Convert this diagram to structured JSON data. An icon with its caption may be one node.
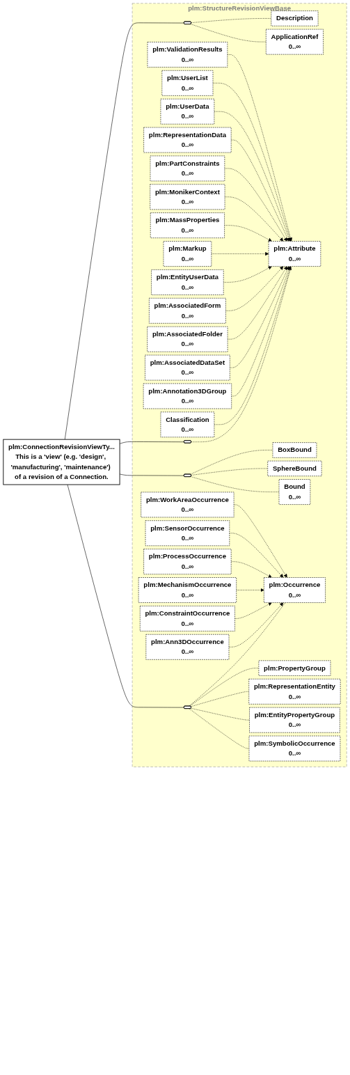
{
  "diagram": {
    "nodes": [
      {
        "text": [
          "plm:ConnectionRevisionViewTy...",
          "This is a 'view' (e.g. 'design', 'manufacturing', 'maintenance') of a revision of a Connection."
        ]
      },
      {
        "text": [
          "plm:StructureRevisionViewBase"
        ]
      },
      {
        "text": [],
        "shape": "octagon",
        "in": 1
      },
      {
        "text": [
          "Description"
        ],
        "in": 1
      },
      {
        "text": [
          "ApplicationRef",
          "0..∞"
        ],
        "in": 1
      },
      {
        "text": [],
        "shape": "octagon",
        "in": 1
      },
      {
        "text": [
          "plm:Attribute",
          "0..∞"
        ],
        "in": 1
      },
      {
        "text": [
          "Classification",
          "0..∞"
        ],
        "in": 1
      },
      {
        "text": [
          "plm:Annotation3DGroup",
          "0..∞"
        ],
        "in": 1
      },
      {
        "text": [
          "plm:AssociatedDataSet",
          "0..∞"
        ],
        "in": 1
      },
      {
        "text": [
          "plm:AssociatedFolder",
          "0..∞"
        ],
        "in": 1
      },
      {
        "text": [
          "plm:AssociatedForm",
          "0..∞"
        ],
        "in": 1
      },
      {
        "text": [
          "plm:EntityUserData",
          "0..∞"
        ],
        "in": 1
      },
      {
        "text": [
          "plm:Markup",
          "0..∞"
        ],
        "in": 1
      },
      {
        "text": [
          "plm:MassProperties",
          "0..∞"
        ],
        "in": 1
      },
      {
        "text": [
          "plm:MonikerContext",
          "0..∞"
        ],
        "in": 1
      },
      {
        "text": [
          "plm:PartConstraints",
          "0..∞"
        ],
        "in": 1
      },
      {
        "text": [
          "plm:RepresentationData",
          "0..∞"
        ],
        "in": 1
      },
      {
        "text": [
          "plm:UserData",
          "0..∞"
        ],
        "in": 1
      },
      {
        "text": [
          "plm:UserList",
          "0..∞"
        ],
        "in": 1
      },
      {
        "text": [
          "plm:ValidationResults",
          "0..∞"
        ],
        "in": 1
      },
      {
        "text": [],
        "shape": "octagon",
        "in": 1
      },
      {
        "text": [
          "BoxBound"
        ],
        "in": 1
      },
      {
        "text": [
          "SphereBound"
        ],
        "in": 1
      },
      {
        "text": [
          "Bound",
          "0..∞"
        ],
        "in": 1
      },
      {
        "text": [],
        "shape": "octagon",
        "in": 1
      },
      {
        "text": [
          "plm:Occurrence",
          "0..∞"
        ],
        "in": 1
      },
      {
        "text": [
          "plm:Ann3DOccurrence",
          "0..∞"
        ],
        "in": 1
      },
      {
        "text": [
          "plm:ConstraintOccurrence",
          "0..∞"
        ],
        "in": 1
      },
      {
        "text": [
          "plm:MechanismOccurrence",
          "0..∞"
        ],
        "in": 1
      },
      {
        "text": [
          "plm:ProcessOccurrence",
          "0..∞"
        ],
        "in": 1
      },
      {
        "text": [
          "plm:SensorOccurrence",
          "0..∞"
        ],
        "in": 1
      },
      {
        "text": [
          "plm:WorkAreaOccurrence",
          "0..∞"
        ],
        "in": 1
      },
      {
        "text": [
          "plm:PropertyGroup"
        ],
        "in": 1
      },
      {
        "text": [
          "plm:RepresentationEntity",
          "0..∞"
        ],
        "in": 1
      },
      {
        "text": [
          "plm:EntityPropertyGroup",
          "0..∞"
        ],
        "in": 1
      },
      {
        "text": [
          "plm:SymbolicOccurrence",
          "0..∞"
        ],
        "in": 1
      }
    ],
    "edges": [
      {
        "from": 0,
        "to": 2,
        "arrow": "none"
      },
      {
        "from": 0,
        "to": 5,
        "arrow": "none"
      },
      {
        "from": 0,
        "to": 21,
        "arrow": "none"
      },
      {
        "from": 0,
        "to": 25,
        "arrow": "none"
      },
      {
        "from": 2,
        "to": 3,
        "arrow": "none",
        "style": "dashed"
      },
      {
        "from": 2,
        "to": 4,
        "arrow": "none",
        "style": "dashed"
      },
      {
        "from": 5,
        "to": 6,
        "arrow": "none",
        "style": "dashed"
      },
      {
        "from": 7,
        "to": 6,
        "arrow": "to",
        "style": "dashed"
      },
      {
        "from": 8,
        "to": 6,
        "arrow": "to",
        "style": "dashed"
      },
      {
        "from": 9,
        "to": 6,
        "arrow": "to",
        "style": "dashed"
      },
      {
        "from": 10,
        "to": 6,
        "arrow": "to",
        "style": "dashed"
      },
      {
        "from": 11,
        "to": 6,
        "arrow": "to",
        "style": "dashed"
      },
      {
        "from": 12,
        "to": 6,
        "arrow": "to",
        "style": "dashed"
      },
      {
        "from": 13,
        "to": 6,
        "arrow": "to",
        "style": "dashed"
      },
      {
        "from": 14,
        "to": 6,
        "arrow": "to",
        "style": "dashed"
      },
      {
        "from": 15,
        "to": 6,
        "arrow": "to",
        "style": "dashed"
      },
      {
        "from": 16,
        "to": 6,
        "arrow": "to",
        "style": "dashed"
      },
      {
        "from": 17,
        "to": 6,
        "arrow": "to",
        "style": "dashed"
      },
      {
        "from": 18,
        "to": 6,
        "arrow": "to",
        "style": "dashed"
      },
      {
        "from": 19,
        "to": 6,
        "arrow": "to",
        "style": "dashed"
      },
      {
        "from": 20,
        "to": 6,
        "arrow": "to",
        "style": "dashed"
      },
      {
        "from": 21,
        "to": 22,
        "arrow": "none",
        "style": "dashed"
      },
      {
        "from": 21,
        "to": 23,
        "arrow": "none",
        "style": "dashed"
      },
      {
        "from": 21,
        "to": 24,
        "arrow": "none",
        "style": "dashed"
      },
      {
        "from": 25,
        "to": 26,
        "arrow": "none",
        "style": "dashed"
      },
      {
        "from": 27,
        "to": 26,
        "arrow": "to",
        "style": "dashed"
      },
      {
        "from": 28,
        "to": 26,
        "arrow": "to",
        "style": "dashed"
      },
      {
        "from": 29,
        "to": 26,
        "arrow": "to",
        "style": "dashed"
      },
      {
        "from": 30,
        "to": 26,
        "arrow": "to",
        "style": "dashed"
      },
      {
        "from": 31,
        "to": 26,
        "arrow": "to",
        "style": "dashed"
      },
      {
        "from": 32,
        "to": 26,
        "arrow": "to",
        "style": "dashed"
      },
      {
        "from": 25,
        "to": 33,
        "arrow": "none",
        "style": "dashed"
      },
      {
        "from": 25,
        "to": 34,
        "arrow": "none",
        "style": "dashed"
      },
      {
        "from": 25,
        "to": 35,
        "arrow": "none",
        "style": "dashed"
      },
      {
        "from": 25,
        "to": 36,
        "arrow": "none",
        "style": "dashed"
      }
    ]
  }
}
